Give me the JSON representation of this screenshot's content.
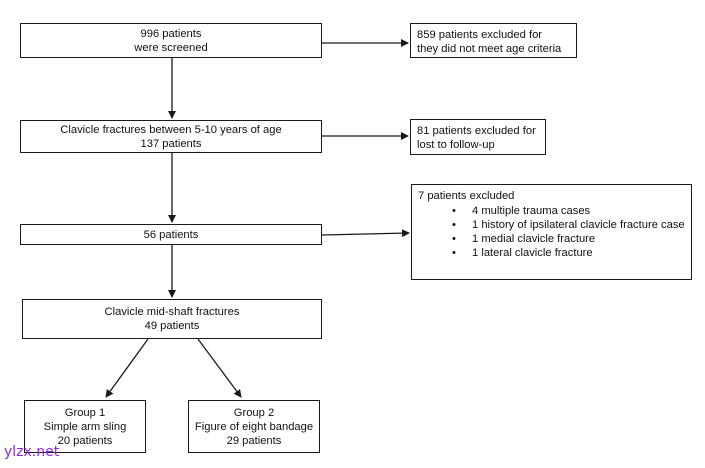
{
  "boxes": {
    "screened": [
      "996 patients",
      "were screened"
    ],
    "excluded_age": [
      "859 patients excluded for",
      "they did not meet age criteria"
    ],
    "age_range": [
      "Clavicle fractures between 5-10 years of age",
      "137 patients"
    ],
    "excluded_followup": [
      "81 patients excluded for",
      "lost to follow-up"
    ],
    "fifty_six": [
      "56 patients"
    ],
    "excluded_seven": {
      "heading": "7 patients excluded",
      "items": [
        "4  multiple trauma cases",
        "1 history of ipsilateral clavicle fracture case",
        "1 medial clavicle fracture",
        "1 lateral clavicle fracture"
      ]
    },
    "midshaft": [
      "Clavicle mid-shaft fractures",
      "49 patients"
    ],
    "group1": [
      "Group 1",
      "Simple arm sling",
      "20 patients"
    ],
    "group2": [
      "Group 2",
      "Figure of eight bandage",
      "29 patients"
    ]
  },
  "bullet_glyph": "•",
  "watermark": "ylzx.net",
  "colors": {
    "line": "#1a1a1a",
    "watermark": "#8a2be2"
  }
}
